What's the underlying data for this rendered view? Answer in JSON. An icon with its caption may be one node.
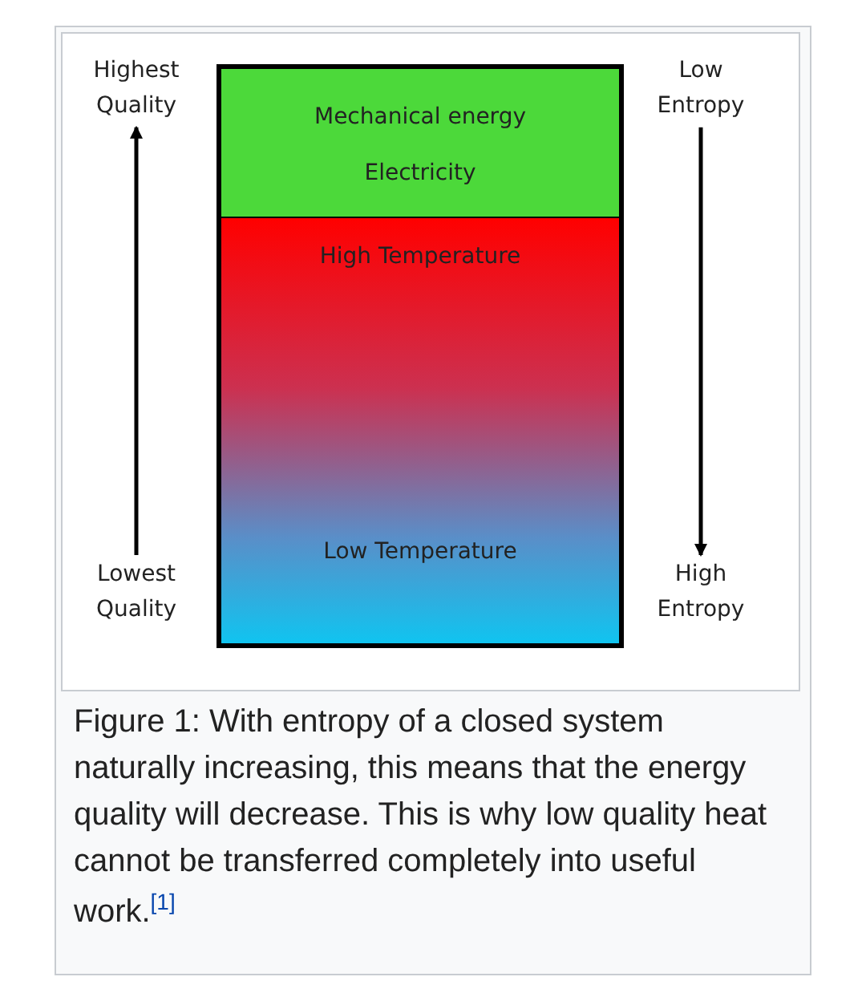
{
  "diagram": {
    "caption": "Figure 1: With entropy of a closed system naturally increasing, this means that the energy quality will decrease. This is why low quality heat cannot be transferred completely into useful work.$^{[1]}$",
    "nodes": [
      {
        "text": [
          "Mechanical energy",
          "Electricity"
        ]
      },
      {
        "text": [
          "High Temperature",
          "Low Temperature"
        ]
      },
      {
        "text": [
          "Highest Quality"
        ]
      },
      {
        "text": [
          "Lowest Quality"
        ]
      },
      {
        "text": [
          "Low Entropy"
        ]
      },
      {
        "text": [
          "High Entropy"
        ]
      }
    ],
    "edges": [
      {
        "from": 3,
        "to": 2,
        "arrow": "to"
      },
      {
        "from": 4,
        "to": 5,
        "arrow": "to"
      }
    ]
  }
}
